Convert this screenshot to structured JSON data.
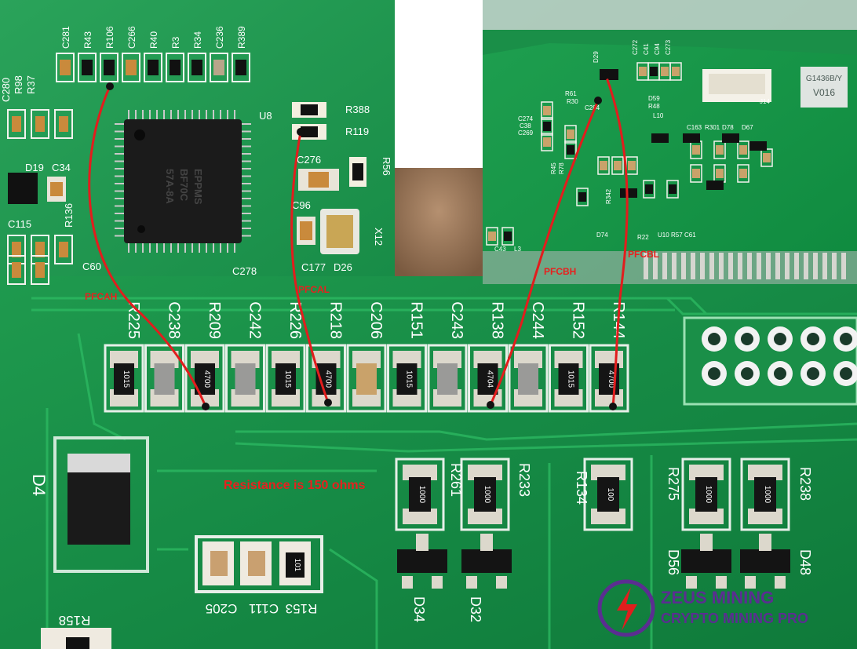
{
  "annotations": {
    "pfcah": "PFCAH",
    "pfcal": "PFCAL",
    "pfcbh": "PFCBH",
    "pfcbl": "PFCBL",
    "resistance_note": "Resistance is 150 ohms",
    "line_color": "#e21d1d"
  },
  "main_board": {
    "designators": [
      "R225",
      "C238",
      "R209",
      "C242",
      "R226",
      "R218",
      "C206",
      "R151",
      "C243",
      "R138",
      "C244",
      "R152",
      "R144"
    ],
    "resistor_codes": {
      "R225": "1015",
      "R209": "4700",
      "R226": "1015",
      "R218": "4700",
      "R151": "1015",
      "R138": "4704",
      "R152": "1015",
      "R144": "4700"
    },
    "lower_designators": [
      "R261",
      "R233",
      "R134",
      "R275",
      "R238",
      "D56",
      "D48",
      "D34",
      "D32",
      "D4",
      "R158",
      "R153",
      "C111",
      "C205"
    ],
    "lower_codes": {
      "R261": "1000",
      "R233": "1000",
      "R134": "100",
      "R275": "1000",
      "R238": "1000",
      "R153": "101"
    }
  },
  "inset_left": {
    "designators": [
      "C281",
      "R43",
      "R106",
      "C266",
      "R40",
      "R3",
      "R34",
      "C236",
      "R389",
      "C280",
      "R98",
      "R37",
      "U8",
      "R388",
      "R119",
      "C276",
      "R56",
      "D19",
      "C34",
      "C96",
      "C115",
      "R136",
      "C60",
      "C177",
      "D26",
      "C278",
      "X12"
    ],
    "chip_marking": [
      "BF70C",
      "57A-8A",
      "EPPMS"
    ]
  },
  "inset_right": {
    "designators": [
      "D29",
      "C272",
      "C41",
      "C94",
      "C273",
      "R61",
      "R30",
      "C284",
      "C274",
      "C38",
      "C269",
      "D59",
      "R48",
      "D67",
      "D78",
      "C163",
      "R301",
      "J14",
      "R45",
      "R78",
      "R342",
      "D74",
      "U10",
      "R22",
      "R57",
      "C61",
      "C43",
      "L3",
      "L10"
    ],
    "label_sticker": [
      "G1436B/Y",
      "V016"
    ]
  },
  "logo": {
    "line1": "ZEUS MINING",
    "line2": "CRYPTO MINING PRO",
    "color": "#5b2e91"
  }
}
